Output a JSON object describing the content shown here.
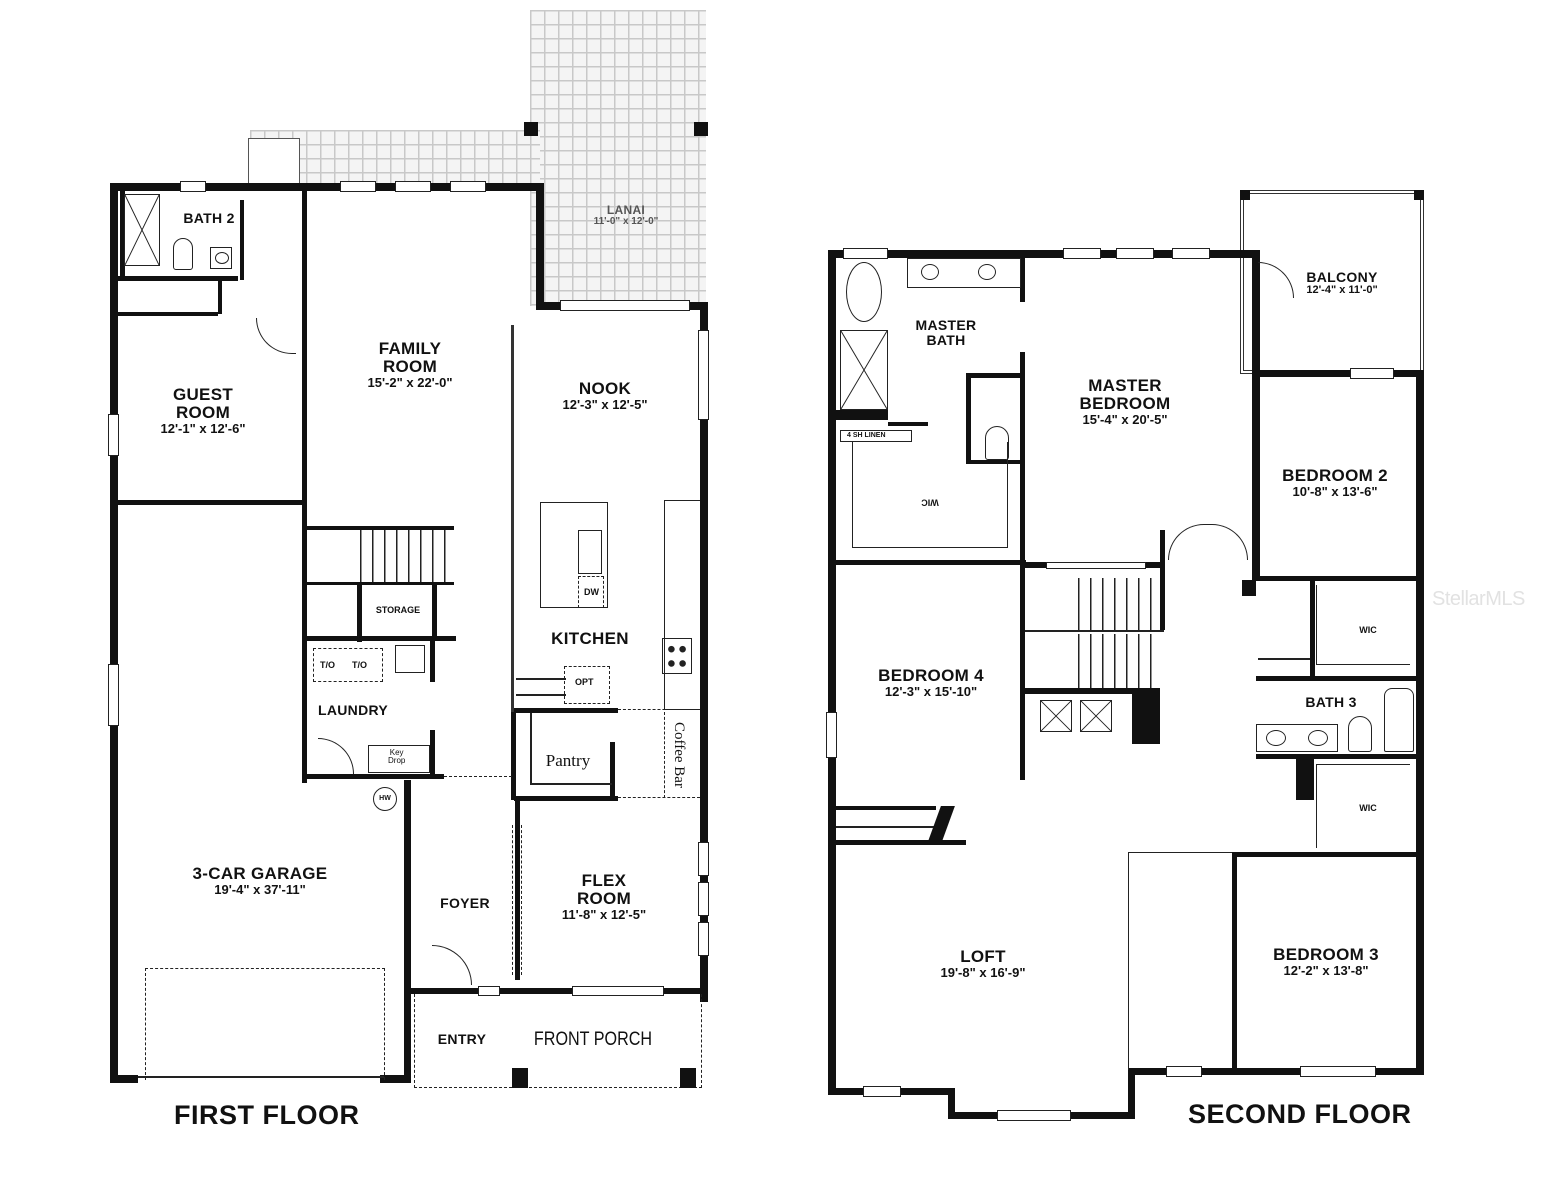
{
  "floor_plan": {
    "first_floor": {
      "title": "FIRST FLOOR",
      "rooms": [
        {
          "id": "bath_2",
          "name": "BATH 2",
          "dims": ""
        },
        {
          "id": "guest_room",
          "name": "GUEST\nROOM",
          "line1": "GUEST",
          "line2": "ROOM",
          "dims": "12'-1\" x 12'-6\""
        },
        {
          "id": "family_room",
          "name": "FAMILY ROOM",
          "line1": "FAMILY",
          "line2": "ROOM",
          "dims": "15'-2\" x 22'-0\""
        },
        {
          "id": "lanai",
          "name": "LANAI",
          "dims": "11'-0\" x 12'-0\""
        },
        {
          "id": "nook",
          "name": "NOOK",
          "dims": "12'-3\" x 12'-5\""
        },
        {
          "id": "kitchen",
          "name": "KITCHEN",
          "dims": ""
        },
        {
          "id": "storage",
          "name": "STORAGE",
          "dims": ""
        },
        {
          "id": "laundry",
          "name": "LAUNDRY",
          "dims": ""
        },
        {
          "id": "pantry",
          "name": "Pantry",
          "dims": ""
        },
        {
          "id": "coffee_bar",
          "name": "Coffee Bar",
          "dims": ""
        },
        {
          "id": "garage",
          "name": "3-CAR GARAGE",
          "dims": "19'-4\" x 37'-11\""
        },
        {
          "id": "foyer",
          "name": "FOYER",
          "dims": ""
        },
        {
          "id": "flex_room",
          "name": "FLEX ROOM",
          "line1": "FLEX",
          "line2": "ROOM",
          "dims": "11'-8\" x 12'-5\""
        },
        {
          "id": "entry",
          "name": "ENTRY",
          "dims": ""
        },
        {
          "id": "front_porch",
          "name": "FRONT PORCH",
          "dims": ""
        }
      ],
      "fixtures": {
        "dishwasher": "DW",
        "optional": "OPT",
        "washer_dryer_1": "T/O",
        "washer_dryer_2": "T/O",
        "key_drop_1": "Key",
        "key_drop_2": "Drop",
        "water_heater": "HW"
      }
    },
    "second_floor": {
      "title": "SECOND FLOOR",
      "rooms": [
        {
          "id": "master_bath",
          "name": "MASTER BATH",
          "line1": "MASTER",
          "line2": "BATH",
          "dims": ""
        },
        {
          "id": "master_bedroom",
          "name": "MASTER BEDROOM",
          "line1": "MASTER",
          "line2": "BEDROOM",
          "dims": "15'-4\" x 20'-5\""
        },
        {
          "id": "balcony",
          "name": "BALCONY",
          "dims": "12'-4\" x 11'-0\""
        },
        {
          "id": "bedroom_2",
          "name": "BEDROOM 2",
          "dims": "10'-8\" x 13'-6\""
        },
        {
          "id": "bedroom_4",
          "name": "BEDROOM 4",
          "dims": "12'-3\" x 15'-10\""
        },
        {
          "id": "bath_3",
          "name": "BATH 3",
          "dims": ""
        },
        {
          "id": "wic_1",
          "name": "WIC",
          "dims": ""
        },
        {
          "id": "wic_2",
          "name": "WIC",
          "dims": ""
        },
        {
          "id": "master_wic",
          "name": "WIC",
          "dims": ""
        },
        {
          "id": "loft",
          "name": "LOFT",
          "dims": "19'-8\" x 16'-9\""
        },
        {
          "id": "bedroom_3",
          "name": "BEDROOM 3",
          "dims": "12'-2\" x 13'-8\""
        }
      ],
      "fixtures": {
        "linen": "4 SH LINEN"
      }
    },
    "watermark": "StellarMLS"
  }
}
